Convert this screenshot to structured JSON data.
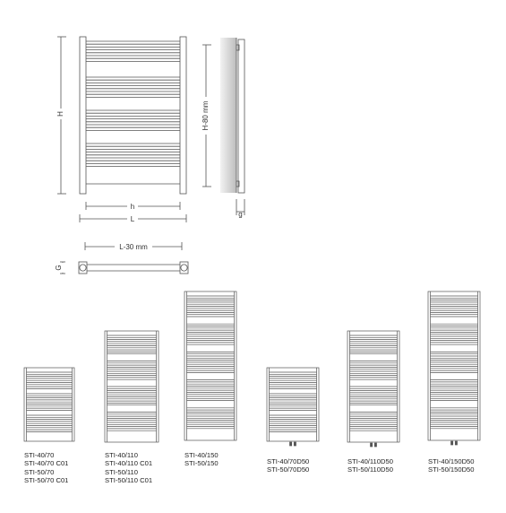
{
  "diagram": {
    "front": {
      "height_label": "H",
      "inner_width_label": "h",
      "outer_width_label": "L"
    },
    "side": {
      "height_label": "H-80 mm",
      "depth_label": "g"
    },
    "top": {
      "length_label": "L-30 mm",
      "depth_label": "G"
    }
  },
  "models": [
    {
      "lines": [
        "STI-40/70",
        "STI-40/70 C01",
        "STI-50/70",
        "STI-50/70 C01"
      ]
    },
    {
      "lines": [
        "STI-40/110",
        "STI-40/110 C01",
        "STI-50/110",
        "STI-50/110 C01"
      ]
    },
    {
      "lines": [
        "STI-40/150",
        "STI-50/150"
      ]
    },
    {
      "lines": [
        "STI-40/70D50",
        "STI-50/70D50"
      ]
    },
    {
      "lines": [
        "STI-40/110D50",
        "STI-50/110D50"
      ]
    },
    {
      "lines": [
        "STI-40/150D50",
        "STI-50/150D50"
      ]
    }
  ],
  "colors": {
    "line": "#555555",
    "shade": "#d6d6d6"
  }
}
